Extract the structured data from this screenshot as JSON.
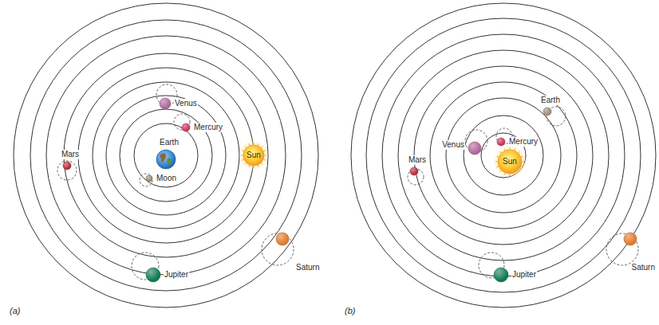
{
  "diagram": {
    "nodes": [
      {
        "text": [
          "Venus"
        ]
      },
      {
        "text": [
          "Mercury"
        ]
      },
      {
        "text": [
          "Earth"
        ]
      },
      {
        "text": [
          "Sun"
        ]
      },
      {
        "text": [
          "Mars"
        ]
      },
      {
        "text": [
          "Moon"
        ]
      },
      {
        "text": [
          "Saturn"
        ]
      },
      {
        "text": [
          "Jupiter"
        ]
      },
      {
        "text": [
          "Earth"
        ]
      },
      {
        "text": [
          "Mercury"
        ]
      },
      {
        "text": [
          "Venus"
        ]
      },
      {
        "text": [
          "Sun"
        ]
      },
      {
        "text": [
          "Mars"
        ]
      },
      {
        "text": [
          "Saturn"
        ]
      },
      {
        "text": [
          "Jupiter"
        ]
      }
    ],
    "labels": [
      "(a)",
      "(b)"
    ]
  }
}
